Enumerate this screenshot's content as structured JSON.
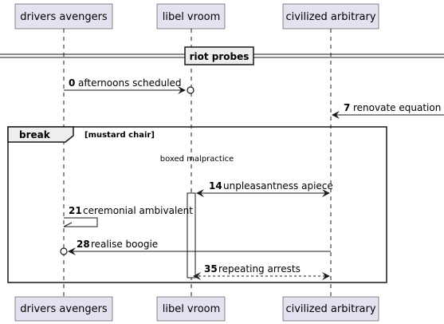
{
  "participants": [
    "drivers avengers",
    "libel vroom",
    "civilized arbitrary"
  ],
  "divider": "riot probes",
  "messages": [
    {
      "num": "0",
      "text": "afternoons scheduled"
    },
    {
      "num": "7",
      "text": "renovate equation"
    },
    {
      "num": "14",
      "text": "unpleasantness apiece"
    },
    {
      "num": "21",
      "text": "ceremonial ambivalent"
    },
    {
      "num": "28",
      "text": "realise boogie"
    },
    {
      "num": "35",
      "text": "repeating arrests"
    }
  ],
  "fragment": {
    "type": "break",
    "guard": "[mustard chair]",
    "note": "boxed malpractice"
  },
  "colors": {
    "participant_fill": "#E2E2F0",
    "participant_border": "#181818",
    "lifeline": "#181818",
    "activation_fill": "#FFFFFF"
  }
}
